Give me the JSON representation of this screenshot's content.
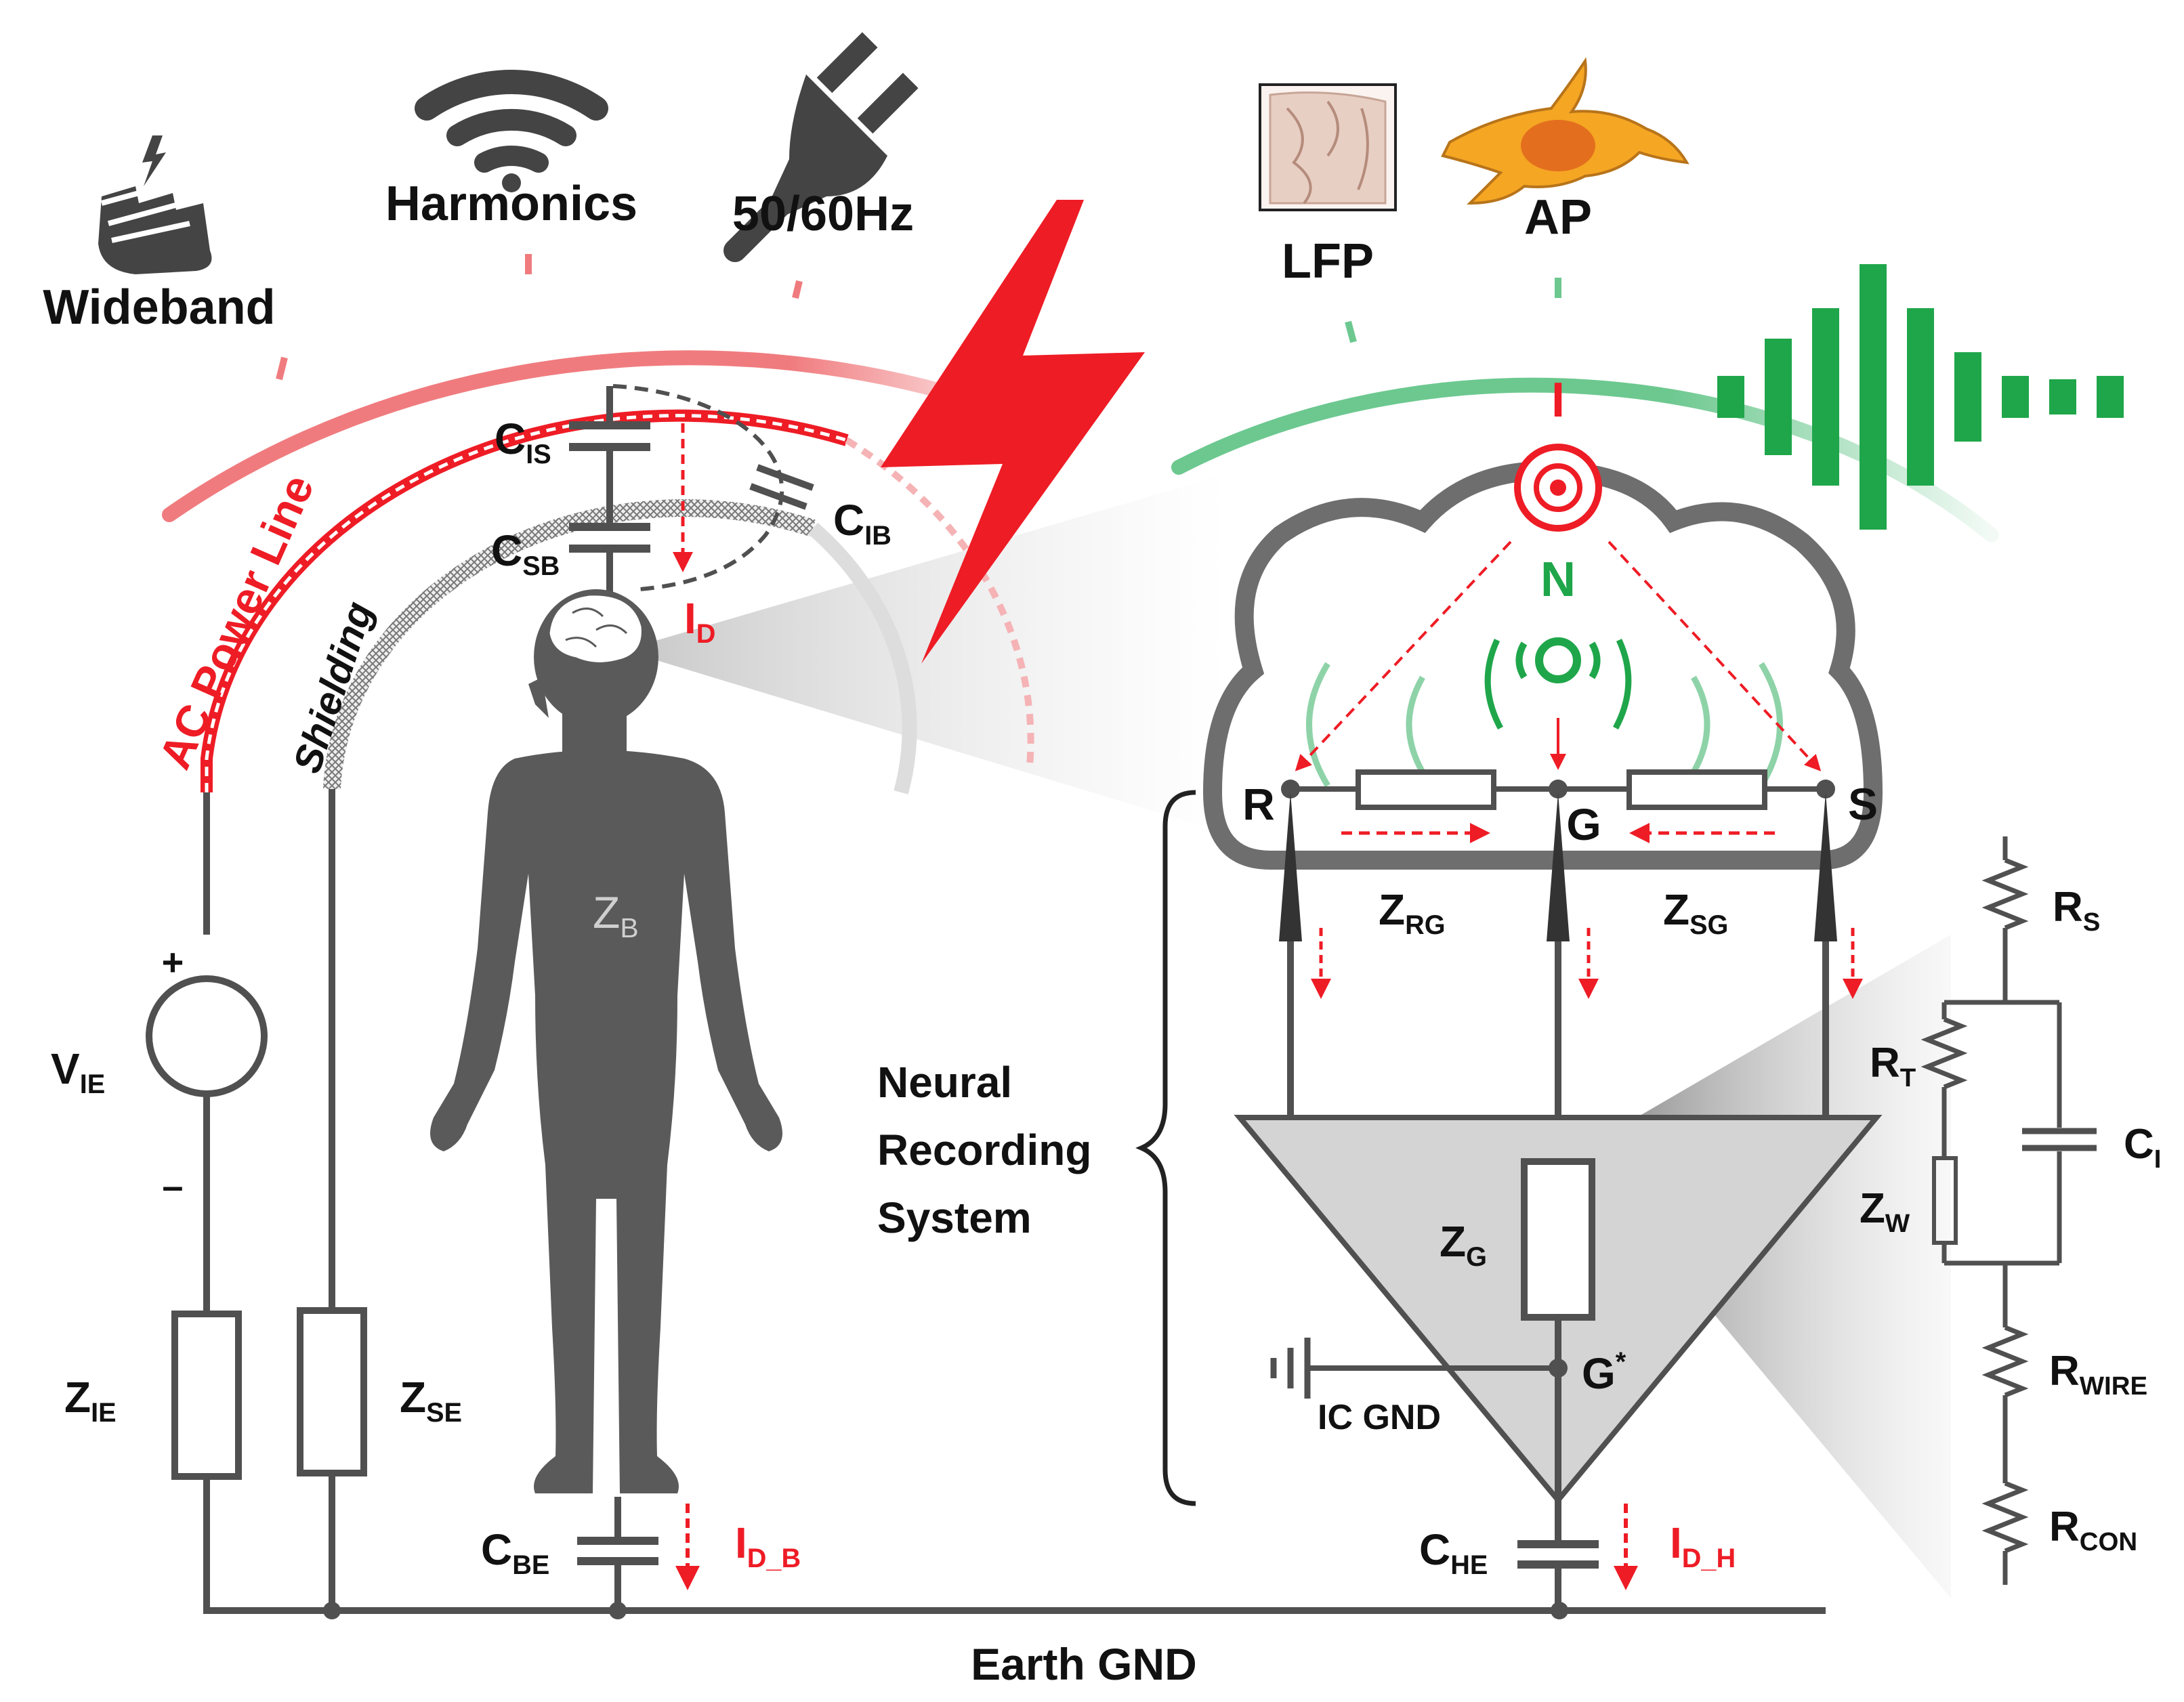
{
  "interference": {
    "wideband": "Wideband",
    "harmonics": "Harmonics",
    "power_freq": "50/60Hz"
  },
  "signals": {
    "lfp": "LFP",
    "ap": "AP"
  },
  "lines": {
    "ac_power_line": "AC Power Line",
    "shielding": "Shielding"
  },
  "capacitors": {
    "c_is_main": "C",
    "c_is_sub": "IS",
    "c_sb_main": "C",
    "c_sb_sub": "SB",
    "c_ib_main": "C",
    "c_ib_sub": "IB",
    "c_be_main": "C",
    "c_be_sub": "BE",
    "c_he_main": "C",
    "c_he_sub": "HE",
    "c_i_main": "C",
    "c_i_sub": "I"
  },
  "currents": {
    "i_d_main": "I",
    "i_d_sub": "D",
    "i_db_main": "I",
    "i_db_sub": "D_B",
    "i_dh_main": "I",
    "i_dh_sub": "D_H"
  },
  "sources": {
    "interference_source": "I",
    "neural_source": "N",
    "v_ie_main": "V",
    "v_ie_sub": "IE",
    "plus": "+",
    "minus": "–"
  },
  "impedances": {
    "z_b_main": "Z",
    "z_b_sub": "B",
    "z_ie_main": "Z",
    "z_ie_sub": "IE",
    "z_se_main": "Z",
    "z_se_sub": "SE",
    "z_rg_main": "Z",
    "z_rg_sub": "RG",
    "z_sg_main": "Z",
    "z_sg_sub": "SG",
    "z_g_main": "Z",
    "z_g_sub": "G",
    "z_w_main": "Z",
    "z_w_sub": "W"
  },
  "electrodes": {
    "r": "R",
    "g": "G",
    "s": "S",
    "g_star": "G",
    "g_star_sup": "*"
  },
  "resistors": {
    "r_s_main": "R",
    "r_s_sub": "S",
    "r_t_main": "R",
    "r_t_sub": "T",
    "r_wire_main": "R",
    "r_wire_sub": "WIRE",
    "r_con_main": "R",
    "r_con_sub": "CON"
  },
  "system": {
    "line1": "Neural",
    "line2": "Recording",
    "line3": "System",
    "ic_gnd": "IC GND",
    "earth_gnd": "Earth GND"
  },
  "colors": {
    "red": "#ee1c25",
    "pink": "#f07b7e",
    "green": "#1fa64a",
    "light_green": "#6cc88f",
    "dark_gray": "#555555",
    "body_gray": "#5a5a5a"
  }
}
